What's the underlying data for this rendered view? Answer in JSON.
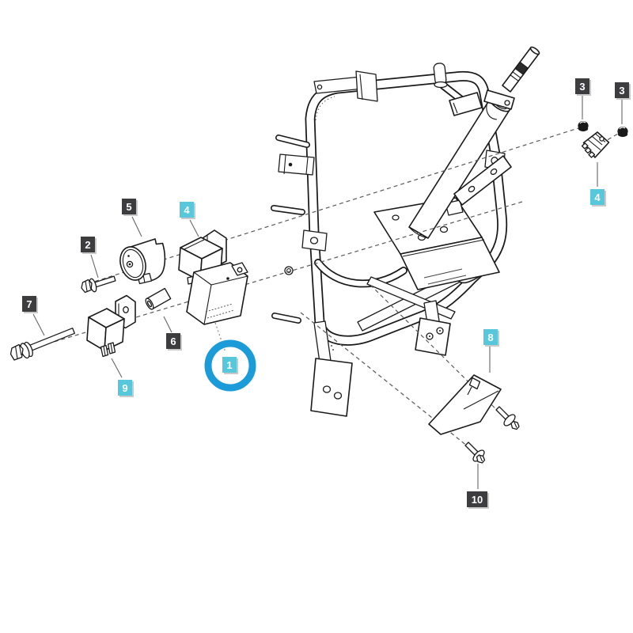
{
  "diagram": {
    "background": "#ffffff",
    "line_color": "#1a1a1a",
    "badge_colors": {
      "dark": "#3D3D3F",
      "cyan": "#57C7DB"
    },
    "highlight": {
      "callout_number": "1",
      "circle_color": "#1B9BD8"
    },
    "callouts": [
      {
        "number": "1",
        "variant": "cyan",
        "highlighted": true
      },
      {
        "number": "2",
        "variant": "dark",
        "highlighted": false
      },
      {
        "number": "3",
        "variant": "dark",
        "highlighted": false
      },
      {
        "number": "3",
        "variant": "dark",
        "highlighted": false
      },
      {
        "number": "4",
        "variant": "cyan",
        "highlighted": false
      },
      {
        "number": "4",
        "variant": "cyan",
        "highlighted": false
      },
      {
        "number": "5",
        "variant": "dark",
        "highlighted": false
      },
      {
        "number": "6",
        "variant": "dark",
        "highlighted": false
      },
      {
        "number": "7",
        "variant": "dark",
        "highlighted": false
      },
      {
        "number": "8",
        "variant": "cyan",
        "highlighted": false
      },
      {
        "number": "9",
        "variant": "cyan",
        "highlighted": false
      },
      {
        "number": "10",
        "variant": "dark",
        "highlighted": false
      }
    ]
  }
}
